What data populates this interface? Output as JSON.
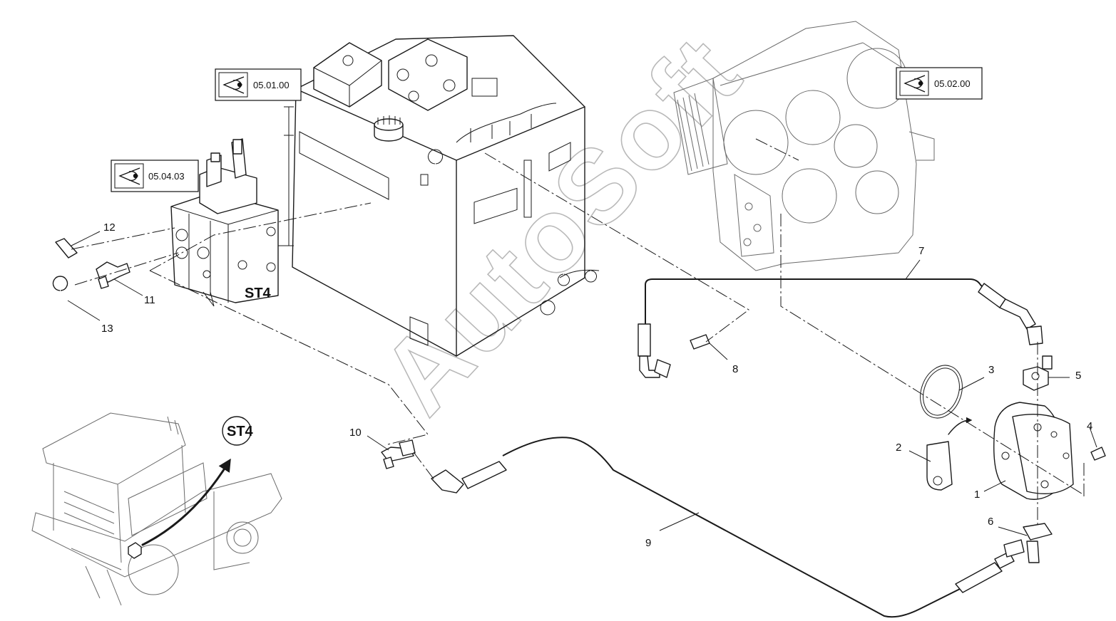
{
  "watermark": "AutoSoft",
  "callouts": [
    "1",
    "2",
    "3",
    "4",
    "5",
    "6",
    "7",
    "8",
    "9",
    "10",
    "11",
    "12",
    "13"
  ],
  "view_refs": [
    "05.01.00",
    "05.02.00",
    "05.04.03"
  ],
  "station_label": "ST4",
  "station_badge": "ST4",
  "icons": [
    "eye-view-icon"
  ]
}
